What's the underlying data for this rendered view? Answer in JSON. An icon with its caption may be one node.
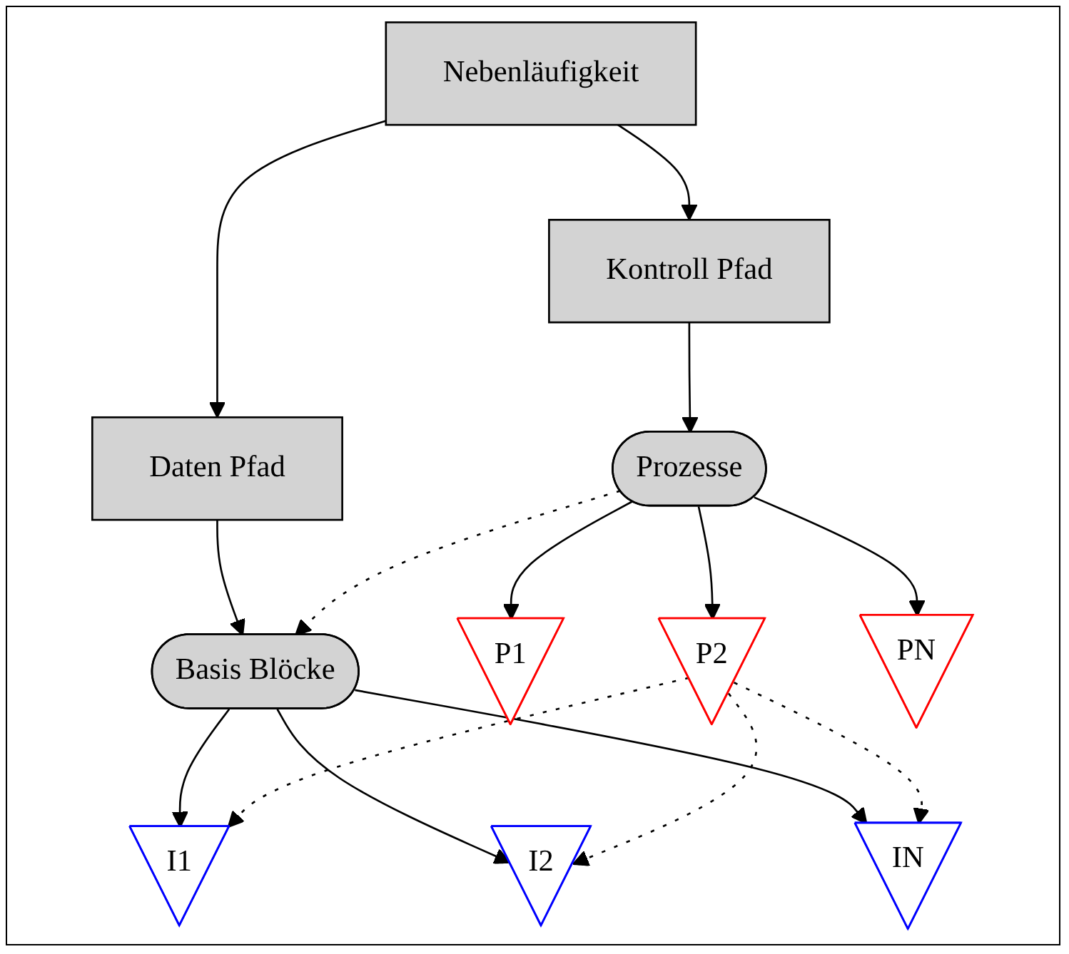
{
  "diagram": {
    "nodes": [
      {
        "text": [
          "Nebenläufigkeit"
        ]
      },
      {
        "text": [
          "Kontroll Pfad"
        ]
      },
      {
        "text": [
          "Daten Pfad"
        ]
      },
      {
        "text": [
          "Prozesse"
        ]
      },
      {
        "text": [
          "Basis Blöcke"
        ]
      },
      {
        "text": [
          "P1"
        ]
      },
      {
        "text": [
          "P2"
        ]
      },
      {
        "text": [
          "PN"
        ]
      },
      {
        "text": [
          "I1"
        ]
      },
      {
        "text": [
          "I2"
        ]
      },
      {
        "text": [
          "IN"
        ]
      }
    ],
    "edges": [
      {
        "from": 0,
        "to": 1,
        "arrow": "to"
      },
      {
        "from": 0,
        "to": 2,
        "arrow": "to"
      },
      {
        "from": 1,
        "to": 3,
        "arrow": "to"
      },
      {
        "from": 2,
        "to": 4,
        "arrow": "to"
      },
      {
        "from": 3,
        "to": 5,
        "arrow": "to"
      },
      {
        "from": 3,
        "to": 6,
        "arrow": "to"
      },
      {
        "from": 3,
        "to": 7,
        "arrow": "to"
      },
      {
        "from": 3,
        "to": 4,
        "arrow": "to",
        "style": "dashed"
      },
      {
        "from": 4,
        "to": 8,
        "arrow": "to"
      },
      {
        "from": 4,
        "to": 9,
        "arrow": "to"
      },
      {
        "from": 4,
        "to": 10,
        "arrow": "to"
      },
      {
        "from": 6,
        "to": 8,
        "arrow": "to",
        "style": "dashed"
      },
      {
        "from": 6,
        "to": 9,
        "arrow": "to",
        "style": "dashed"
      },
      {
        "from": 6,
        "to": 10,
        "arrow": "to",
        "style": "dashed"
      }
    ]
  }
}
